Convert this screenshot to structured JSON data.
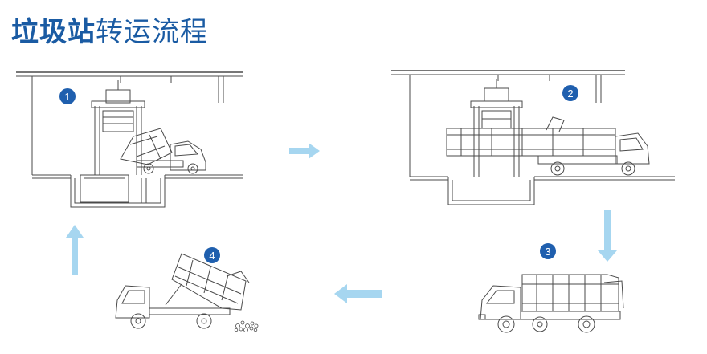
{
  "title": {
    "bold": "垃圾站",
    "light": "转运流程"
  },
  "steps": [
    {
      "number": "1"
    },
    {
      "number": "2"
    },
    {
      "number": "3"
    },
    {
      "number": "4"
    }
  ],
  "colors": {
    "title": "#1a5ba3",
    "badge": "#1f5fae",
    "arrow": "#a6d6f0",
    "line": "#4a4a4a"
  }
}
